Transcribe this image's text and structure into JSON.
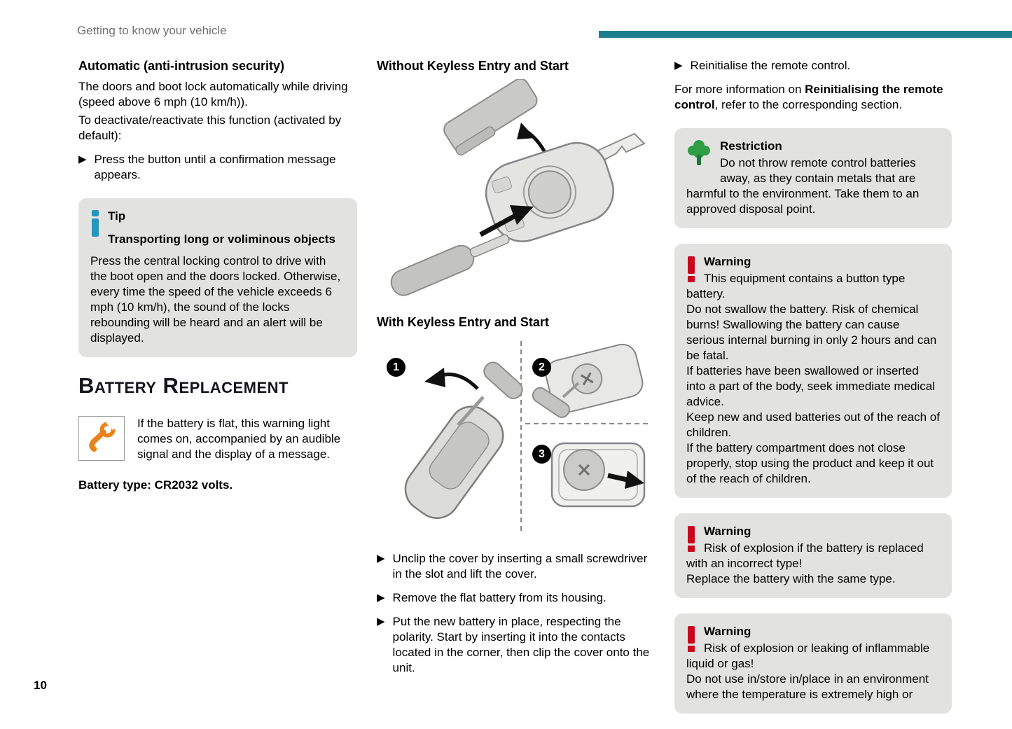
{
  "page": {
    "breadcrumb": "Getting to know your vehicle",
    "page_number": "10"
  },
  "glyphs": {
    "bullet": "▶"
  },
  "colors": {
    "accent_teal": "#1b7e8f",
    "box_gray": "#e2e2e0",
    "tip_blue": "#2596be",
    "warning_red": "#c9081e",
    "restriction_green": "#2f9e44",
    "wrench_orange": "#e8821c"
  },
  "icons": {
    "tip": "info-icon",
    "restriction": "tree-icon",
    "warning": "exclamation-icon",
    "battery_warning": "wrench-icon",
    "list_marker": "arrow-bullet-icon"
  },
  "left": {
    "security_heading": "Automatic (anti-intrusion security)",
    "security_para1": "The doors and boot lock automatically while driving (speed above 6 mph (10 km/h)).",
    "security_para2": "To deactivate/reactivate this function (activated by default):",
    "security_bullet": "Press the button until a confirmation message appears.",
    "tip": {
      "title": "Tip",
      "subtitle": "Transporting long or voliminous objects",
      "body": "Press the central locking control to drive with the boot open and the doors locked. Otherwise, every time the speed of the vehicle exceeds 6 mph (10 km/h), the sound of the locks rebounding will be heard and an alert will be displayed."
    },
    "battery_heading": "Battery Replacement",
    "battery_para": "If the battery is flat, this warning light comes on, accompanied by an audible signal and the display of a message.",
    "battery_type": "Battery type: CR2032 volts."
  },
  "middle": {
    "without_heading": "Without Keyless Entry and Start",
    "with_heading": "With Keyless Entry and Start",
    "step_badges": [
      "1",
      "2",
      "3"
    ],
    "bullets": [
      "Unclip the cover by inserting a small screwdriver in the slot and lift the cover.",
      "Remove the flat battery from its housing.",
      "Put the new battery in place, respecting the polarity. Start by inserting it into the contacts located in the corner, then clip the cover onto the unit."
    ]
  },
  "right": {
    "reinit_bullet": "Reinitialise the remote control.",
    "info_pre": "For more information on ",
    "info_bold": "Reinitialising the remote control",
    "info_post": ", refer to the corresponding section.",
    "restriction": {
      "title": "Restriction",
      "body": "Do not throw remote control batteries away, as they contain metals that are harmful to the environment. Take them to an approved disposal point."
    },
    "warning1": {
      "title": "Warning",
      "lines": [
        "This equipment contains a button type battery.",
        "Do not swallow the battery. Risk of chemical burns! Swallowing the battery can cause serious internal burning in only 2 hours and can be fatal.",
        "If batteries have been swallowed or inserted into a part of the body, seek immediate medical advice.",
        "Keep new and used batteries out of the reach of children.",
        "If the battery compartment does not close properly, stop using the product and keep it out of the reach of children."
      ]
    },
    "warning2": {
      "title": "Warning",
      "lines": [
        "Risk of explosion if the battery is replaced with an incorrect type!",
        "Replace the battery with the same type."
      ]
    },
    "warning3": {
      "title": "Warning",
      "lines": [
        "Risk of explosion or leaking of inflammable liquid or gas!",
        "Do not use in/store in/place in an environment where the temperature is extremely high or"
      ]
    }
  }
}
